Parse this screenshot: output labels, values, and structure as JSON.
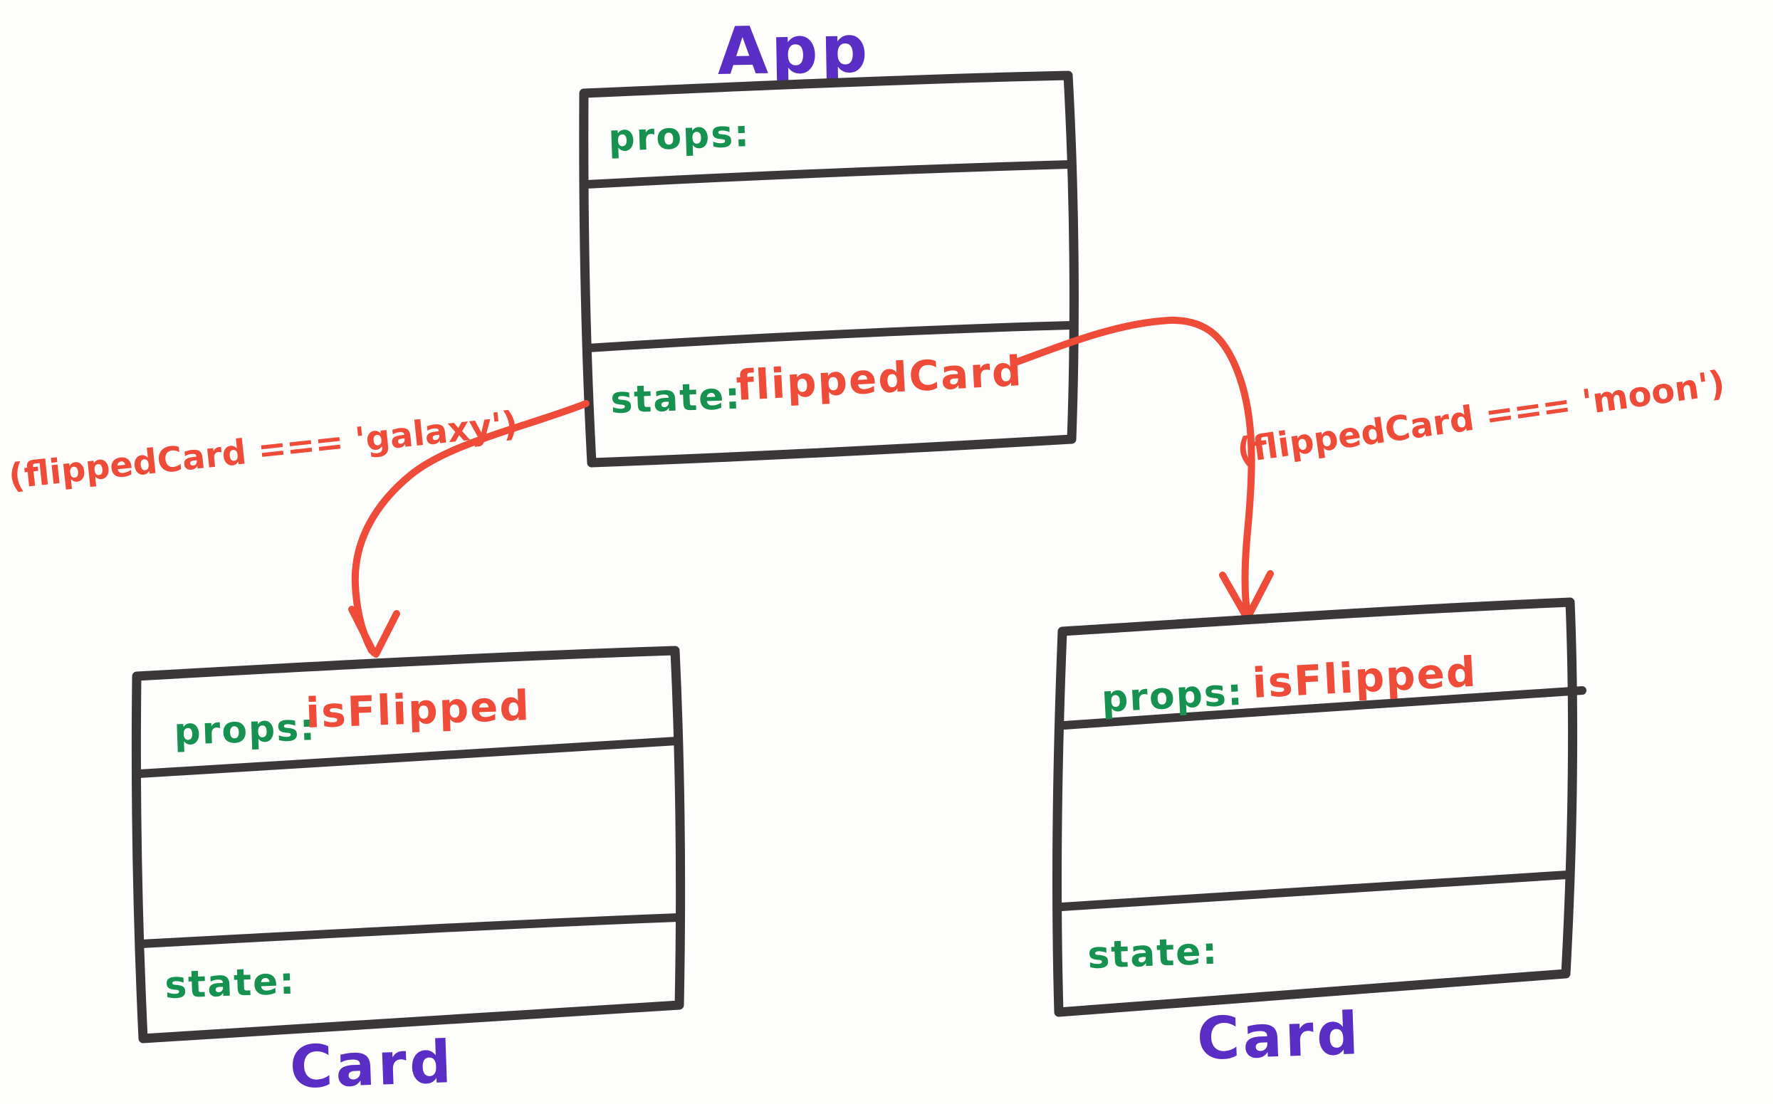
{
  "diagram": {
    "app": {
      "title": "App",
      "props_label": "props:",
      "state_label": "state:",
      "state_value": "flippedCard"
    },
    "left_card": {
      "title": "Card",
      "props_label": "props:",
      "props_value": "isFlipped",
      "state_label": "state:"
    },
    "right_card": {
      "title": "Card",
      "props_label": "props:",
      "props_value": "isFlipped",
      "state_label": "state:"
    },
    "left_arrow_label": "(flippedCard === 'galaxy')",
    "right_arrow_label": "(flippedCard === 'moon')",
    "colors": {
      "ink": "#3b3738",
      "red": "#ee4b39",
      "green": "#169150",
      "purple": "#5a2dc4",
      "paper": "#fdfdfc"
    }
  }
}
